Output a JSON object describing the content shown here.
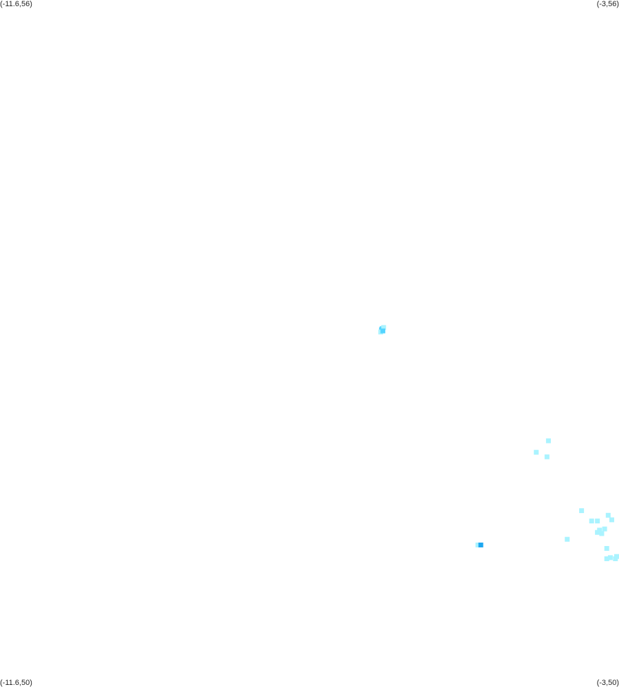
{
  "corners": {
    "top_left": "(-11.6,56)",
    "top_right": "(-3,56)",
    "bottom_left": "(-11.6,50)",
    "bottom_right": "(-3,50)"
  },
  "bounds": {
    "lon_min": -11.6,
    "lon_max": -3,
    "lat_min": 50,
    "lat_max": 56
  },
  "colors": {
    "background": "#ffffff",
    "low_density": "#aaf3ff",
    "medium_density": "#55d4ff",
    "high_density": "#1ea7f0"
  },
  "points": [
    {
      "lon": -6.29,
      "lat": 53.13,
      "level": "medium"
    },
    {
      "lon": -6.3,
      "lat": 53.12,
      "level": "medium"
    },
    {
      "lon": -6.27,
      "lat": 53.14,
      "level": "low"
    },
    {
      "lon": -6.31,
      "lat": 53.1,
      "level": "low"
    },
    {
      "lon": -6.28,
      "lat": 53.11,
      "level": "medium"
    },
    {
      "lon": -3.98,
      "lat": 52.15,
      "level": "low"
    },
    {
      "lon": -4.15,
      "lat": 52.05,
      "level": "low"
    },
    {
      "lon": -4.0,
      "lat": 52.01,
      "level": "low"
    },
    {
      "lon": -3.52,
      "lat": 51.54,
      "level": "low"
    },
    {
      "lon": -3.38,
      "lat": 51.45,
      "level": "low"
    },
    {
      "lon": -3.3,
      "lat": 51.45,
      "level": "low"
    },
    {
      "lon": -3.15,
      "lat": 51.5,
      "level": "low"
    },
    {
      "lon": -3.1,
      "lat": 51.46,
      "level": "low"
    },
    {
      "lon": -3.27,
      "lat": 51.37,
      "level": "low"
    },
    {
      "lon": -3.2,
      "lat": 51.38,
      "level": "low"
    },
    {
      "lon": -3.3,
      "lat": 51.35,
      "level": "low"
    },
    {
      "lon": -3.24,
      "lat": 51.34,
      "level": "low"
    },
    {
      "lon": -3.72,
      "lat": 51.29,
      "level": "low"
    },
    {
      "lon": -4.96,
      "lat": 51.24,
      "level": "low"
    },
    {
      "lon": -4.92,
      "lat": 51.24,
      "level": "high"
    },
    {
      "lon": -3.17,
      "lat": 51.21,
      "level": "low"
    },
    {
      "lon": -3.17,
      "lat": 51.12,
      "level": "low"
    },
    {
      "lon": -3.12,
      "lat": 51.13,
      "level": "low"
    },
    {
      "lon": -3.05,
      "lat": 51.12,
      "level": "low"
    },
    {
      "lon": -3.0,
      "lat": 51.14,
      "level": "low"
    }
  ]
}
